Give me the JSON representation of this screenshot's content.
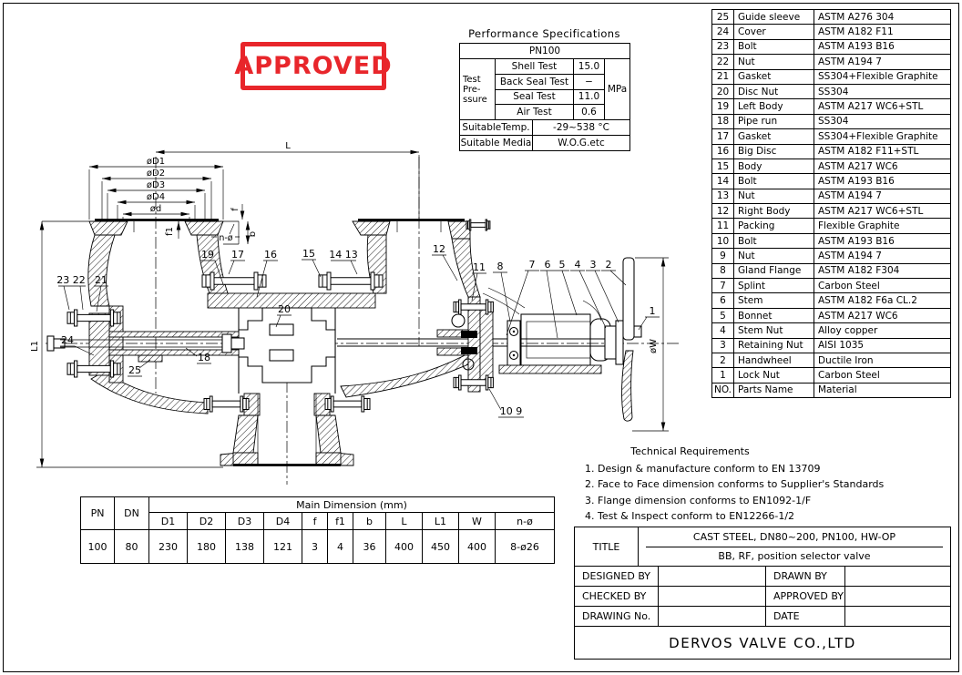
{
  "stamp": {
    "label": "APPROVED",
    "color": "#e8262b"
  },
  "performance": {
    "title": "Performance Specifications",
    "class_header": "PN100",
    "pressure_group": {
      "label_lines": [
        "Test",
        "Pre-",
        "ssure"
      ],
      "unit": "MPa",
      "tests": [
        {
          "name": "Shell Test",
          "value": "15.0"
        },
        {
          "name": "Back Seal Test",
          "value": "−"
        },
        {
          "name": "Seal Test",
          "value": "11.0"
        },
        {
          "name": "Air Test",
          "value": "0.6"
        }
      ]
    },
    "temp": {
      "label": "SuitableTemp.",
      "value": "-29~538 °C"
    },
    "media": {
      "label": "Suitable Media",
      "value": "W.O.G.etc"
    }
  },
  "parts_list": {
    "footer": {
      "no": "NO.",
      "name": "Parts Name",
      "material": "Material"
    },
    "rows": [
      {
        "no": "25",
        "name": "Guide sleeve",
        "material": "ASTM A276 304"
      },
      {
        "no": "24",
        "name": "Cover",
        "material": "ASTM A182 F11"
      },
      {
        "no": "23",
        "name": "Bolt",
        "material": "ASTM A193 B16"
      },
      {
        "no": "22",
        "name": "Nut",
        "material": "ASTM A194 7"
      },
      {
        "no": "21",
        "name": "Gasket",
        "material": "SS304+Flexible Graphite"
      },
      {
        "no": "20",
        "name": "Disc Nut",
        "material": "SS304"
      },
      {
        "no": "19",
        "name": "Left Body",
        "material": "ASTM A217 WC6+STL"
      },
      {
        "no": "18",
        "name": "Pipe run",
        "material": "SS304"
      },
      {
        "no": "17",
        "name": "Gasket",
        "material": "SS304+Flexible Graphite"
      },
      {
        "no": "16",
        "name": "Big Disc",
        "material": "ASTM A182 F11+STL"
      },
      {
        "no": "15",
        "name": "Body",
        "material": "ASTM A217 WC6"
      },
      {
        "no": "14",
        "name": "Bolt",
        "material": "ASTM A193 B16"
      },
      {
        "no": "13",
        "name": "Nut",
        "material": "ASTM A194 7"
      },
      {
        "no": "12",
        "name": "Right Body",
        "material": "ASTM A217 WC6+STL"
      },
      {
        "no": "11",
        "name": "Packing",
        "material": "Flexible Graphite"
      },
      {
        "no": "10",
        "name": "Bolt",
        "material": "ASTM A193 B16"
      },
      {
        "no": "9",
        "name": "Nut",
        "material": "ASTM A194 7"
      },
      {
        "no": "8",
        "name": "Gland Flange",
        "material": "ASTM A182 F304"
      },
      {
        "no": "7",
        "name": "Splint",
        "material": "Carbon Steel"
      },
      {
        "no": "6",
        "name": "Stem",
        "material": "ASTM A182 F6a CL.2"
      },
      {
        "no": "5",
        "name": "Bonnet",
        "material": "ASTM A217 WC6"
      },
      {
        "no": "4",
        "name": "Stem Nut",
        "material": "Alloy copper"
      },
      {
        "no": "3",
        "name": "Retaining Nut",
        "material": "AISI 1035"
      },
      {
        "no": "2",
        "name": "Handwheel",
        "material": "Ductile Iron"
      },
      {
        "no": "1",
        "name": "Lock Nut",
        "material": "Carbon Steel"
      }
    ]
  },
  "dimension_table": {
    "pn_label": "PN",
    "dn_label": "DN",
    "span_header": "Main Dimension (mm)",
    "columns": [
      "D1",
      "D2",
      "D3",
      "D4",
      "f",
      "f1",
      "b",
      "L",
      "L1",
      "W",
      "n-ø"
    ],
    "pn": "100",
    "dn": "80",
    "values": [
      "230",
      "180",
      "138",
      "121",
      "3",
      "4",
      "36",
      "400",
      "450",
      "400",
      "8-ø26"
    ]
  },
  "technical_requirements": {
    "title": "Technical Requirements",
    "items": [
      "1. Design & manufacture conform to EN 13709",
      "2. Face to Face dimension conforms to Supplier's Standards",
      "3. Flange dimension conforms to EN1092-1/F",
      "4. Test & Inspect conform to EN12266-1/2"
    ]
  },
  "title_block": {
    "title_label": "TITLE",
    "title_line1": "CAST STEEL, DN80~200, PN100, HW-OP",
    "title_line2": "BB, RF, position selector valve",
    "designed_by": {
      "label": "DESIGNED BY",
      "value": ""
    },
    "drawn_by": {
      "label": "DRAWN BY",
      "value": ""
    },
    "checked_by": {
      "label": "CHECKED BY",
      "value": ""
    },
    "approved_by": {
      "label": "APPROVED BY",
      "value": ""
    },
    "drawing_no": {
      "label": "DRAWING No.",
      "value": ""
    },
    "date": {
      "label": "DATE",
      "value": ""
    },
    "company": "DERVOS VALVE CO.,LTD"
  },
  "drawing": {
    "dims": {
      "L": "L",
      "D1": "øD1",
      "D2": "øD2",
      "D3": "øD3",
      "D4": "øD4",
      "d": "ød",
      "f": "f",
      "f1": "f1",
      "b": "b",
      "n_holes": "n-ø",
      "L1": "L1",
      "W": "øW"
    },
    "callouts": {
      "c1": "1",
      "c2": "2",
      "c3": "3",
      "c4": "4",
      "c5": "5",
      "c6": "6",
      "c7": "7",
      "c8": "8",
      "c10_9": "10 9",
      "c11": "11",
      "c12": "12",
      "c14_13": "14 13",
      "c15": "15",
      "c16": "16",
      "c17": "17",
      "c18": "18",
      "c19": "19",
      "c20": "20",
      "c21": "21",
      "c23_22": "23 22",
      "c24": "24",
      "c25": "25"
    }
  }
}
